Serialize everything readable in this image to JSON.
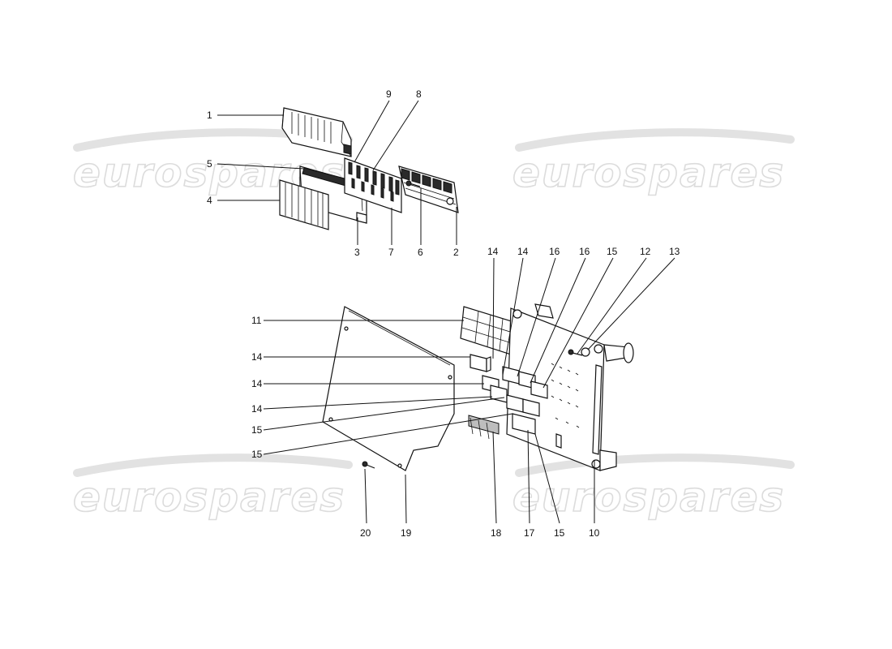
{
  "watermark": {
    "text": "eurospares",
    "count": 4
  },
  "callouts": {
    "c1": "1",
    "c2": "2",
    "c3": "3",
    "c4": "4",
    "c5": "5",
    "c6": "6",
    "c7": "7",
    "c8": "8",
    "c9": "9",
    "c10": "10",
    "c11": "11",
    "c12": "12",
    "c13": "13",
    "c14a": "14",
    "c14b": "14",
    "c14c": "14",
    "c14d": "14",
    "c14e": "14",
    "c15a": "15",
    "c15b": "15",
    "c15c": "15",
    "c15d": "15",
    "c16a": "16",
    "c16b": "16",
    "c17": "17",
    "c18": "18",
    "c19": "19",
    "c20": "20"
  },
  "colors": {
    "ink": "#111111",
    "watermark": "#dcdcdc",
    "background": "#ffffff"
  }
}
